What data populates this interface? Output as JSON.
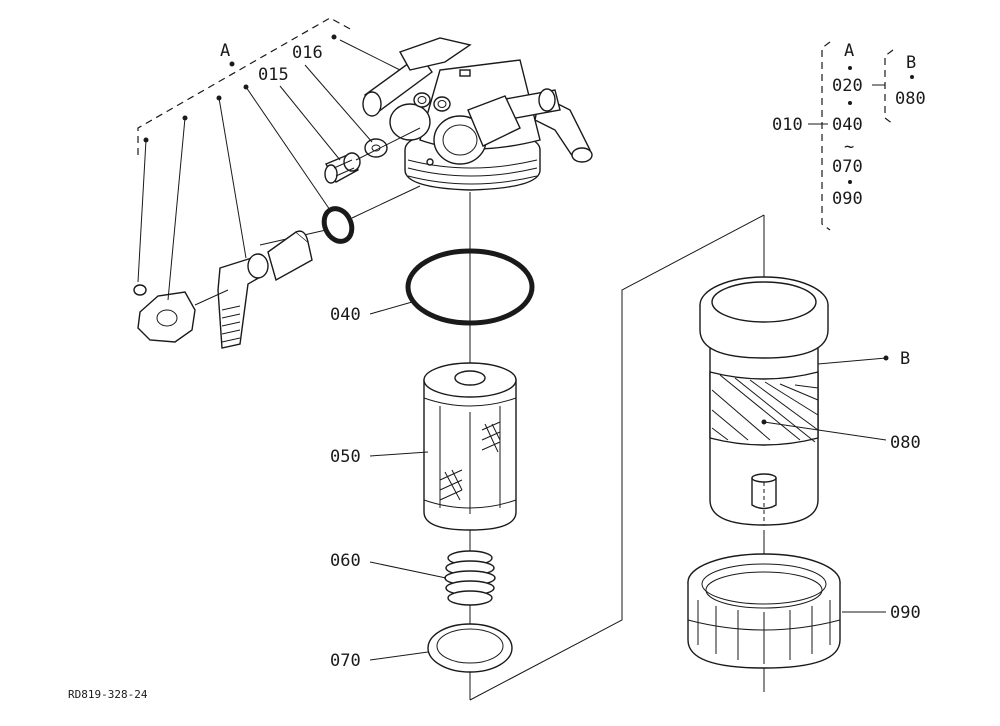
{
  "labels": {
    "a": "A",
    "p015": "015",
    "p016": "016",
    "p040": "040",
    "p050": "050",
    "p060": "060",
    "p070": "070",
    "p080": "080",
    "p090": "090",
    "b": "B"
  },
  "legend": {
    "root": "010",
    "group_a": "A",
    "a_items": [
      "020",
      "040",
      "070",
      "090"
    ],
    "range_mark": "~",
    "group_b": "B",
    "b_items": [
      "080"
    ]
  },
  "figure_code": "RD819-328-24",
  "colors": {
    "ink": "#1a1a1a",
    "paper": "#ffffff"
  }
}
